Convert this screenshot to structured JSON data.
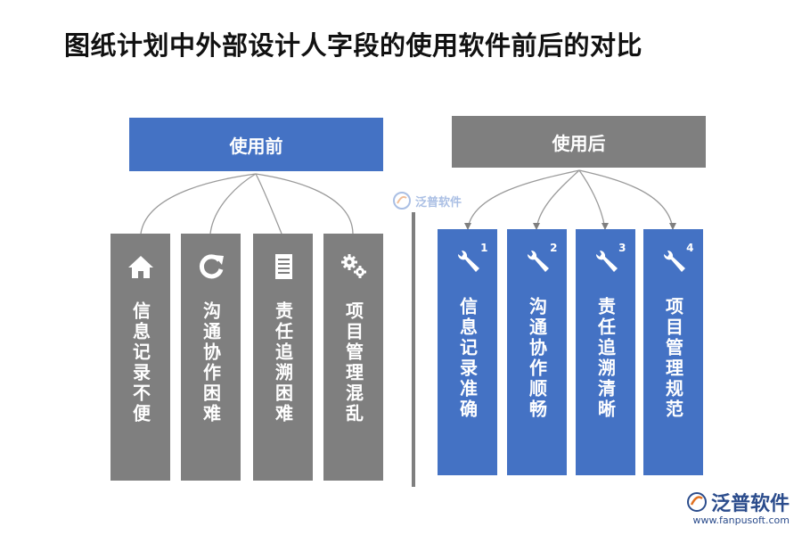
{
  "title": "图纸计划中外部设计人字段的使用软件前后的对比",
  "before": {
    "header": "使用前",
    "items": [
      {
        "icon": "home-icon",
        "label": "信息记录不便"
      },
      {
        "icon": "refresh-icon",
        "label": "沟通协作困难"
      },
      {
        "icon": "document-icon",
        "label": "责任追溯困难"
      },
      {
        "icon": "gears-icon",
        "label": "项目管理混乱"
      }
    ]
  },
  "after": {
    "header": "使用后",
    "items": [
      {
        "icon": "wrench-icon",
        "number": "1",
        "label": "信息记录准确"
      },
      {
        "icon": "wrench-icon",
        "number": "2",
        "label": "沟通协作顺畅"
      },
      {
        "icon": "wrench-icon",
        "number": "3",
        "label": "责任追溯清晰"
      },
      {
        "icon": "wrench-icon",
        "number": "4",
        "label": "项目管理规范"
      }
    ]
  },
  "watermark_center": "泛普软件",
  "watermark_corner": {
    "brand": "泛普软件",
    "url": "www.fanpusoft.com"
  },
  "colors": {
    "before_header": "#4472c4",
    "after_header": "#7f7f7f",
    "before_columns": "#7f7f7f",
    "after_columns": "#4472c4"
  }
}
